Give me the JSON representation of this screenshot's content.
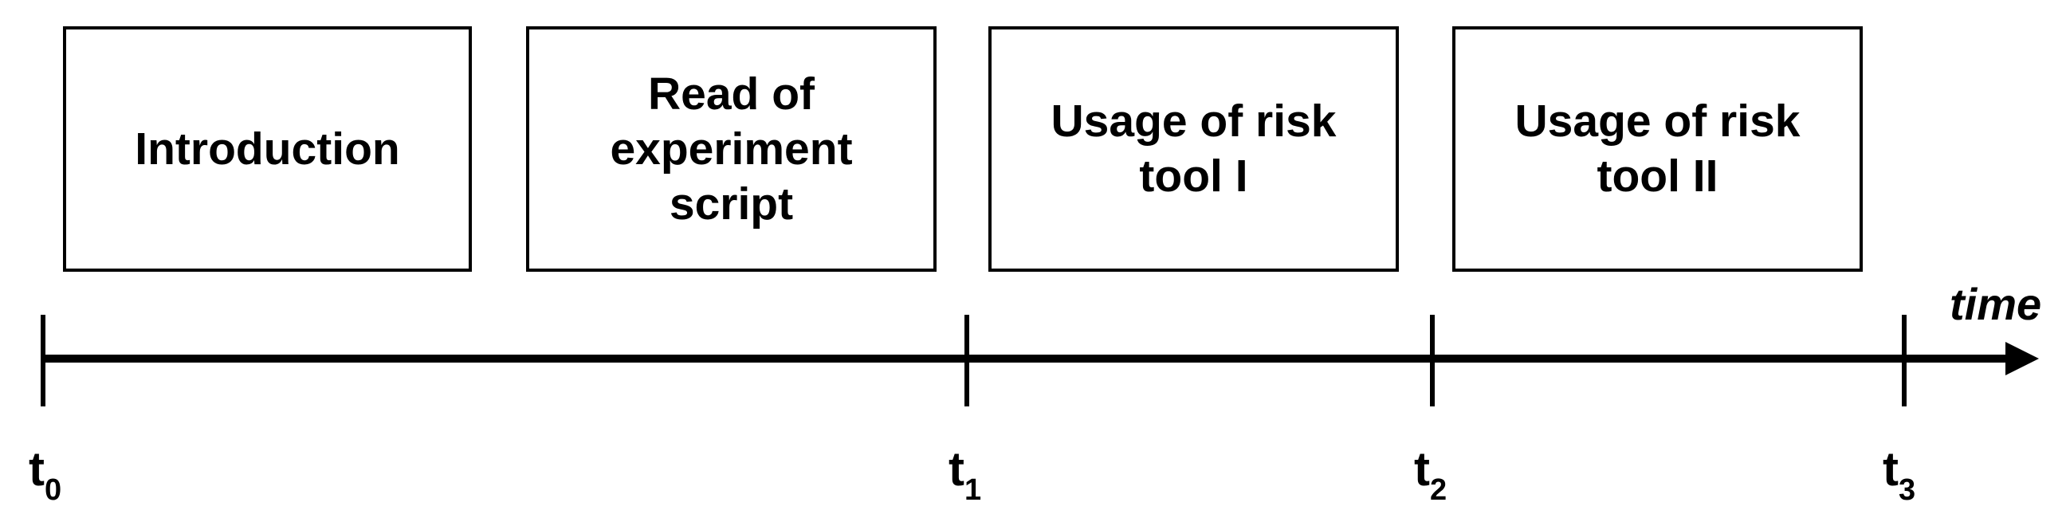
{
  "phases": [
    {
      "label": "Introduction"
    },
    {
      "label": "Read of\nexperiment\nscript"
    },
    {
      "label": "Usage of risk\ntool I"
    },
    {
      "label": "Usage of risk\ntool II"
    }
  ],
  "timeline": {
    "axis_label": "time",
    "ticks": [
      {
        "base": "t",
        "sub": "0"
      },
      {
        "base": "t",
        "sub": "1"
      },
      {
        "base": "t",
        "sub": "2"
      },
      {
        "base": "t",
        "sub": "3"
      }
    ]
  },
  "colors": {
    "line": "#000000",
    "box_border": "#000000",
    "background": "#ffffff"
  }
}
